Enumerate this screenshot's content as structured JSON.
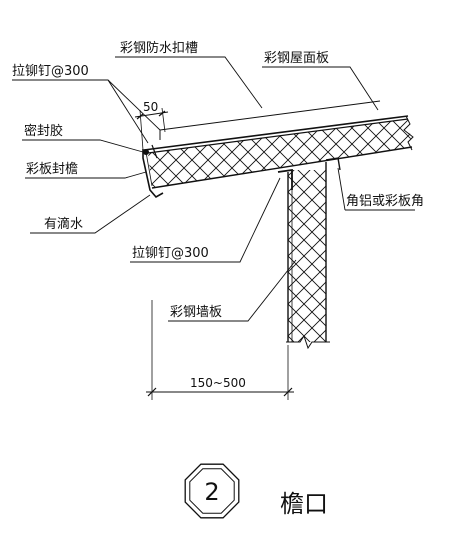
{
  "labels": {
    "gutter_cap": "彩钢防水扣槽",
    "roof_panel": "彩钢屋面板",
    "rivet_top": "拉铆钉@300",
    "sealant": "密封胶",
    "eave_flashing": "彩板封檐",
    "drip": "有滴水",
    "rivet_bottom": "拉铆钉@300",
    "corner_trim": "角铝或彩板角",
    "wall_panel": "彩钢墙板"
  },
  "dimensions": {
    "overlap": "50",
    "overhang": "150~500"
  },
  "detail": {
    "number": "2",
    "title": "檐口"
  }
}
